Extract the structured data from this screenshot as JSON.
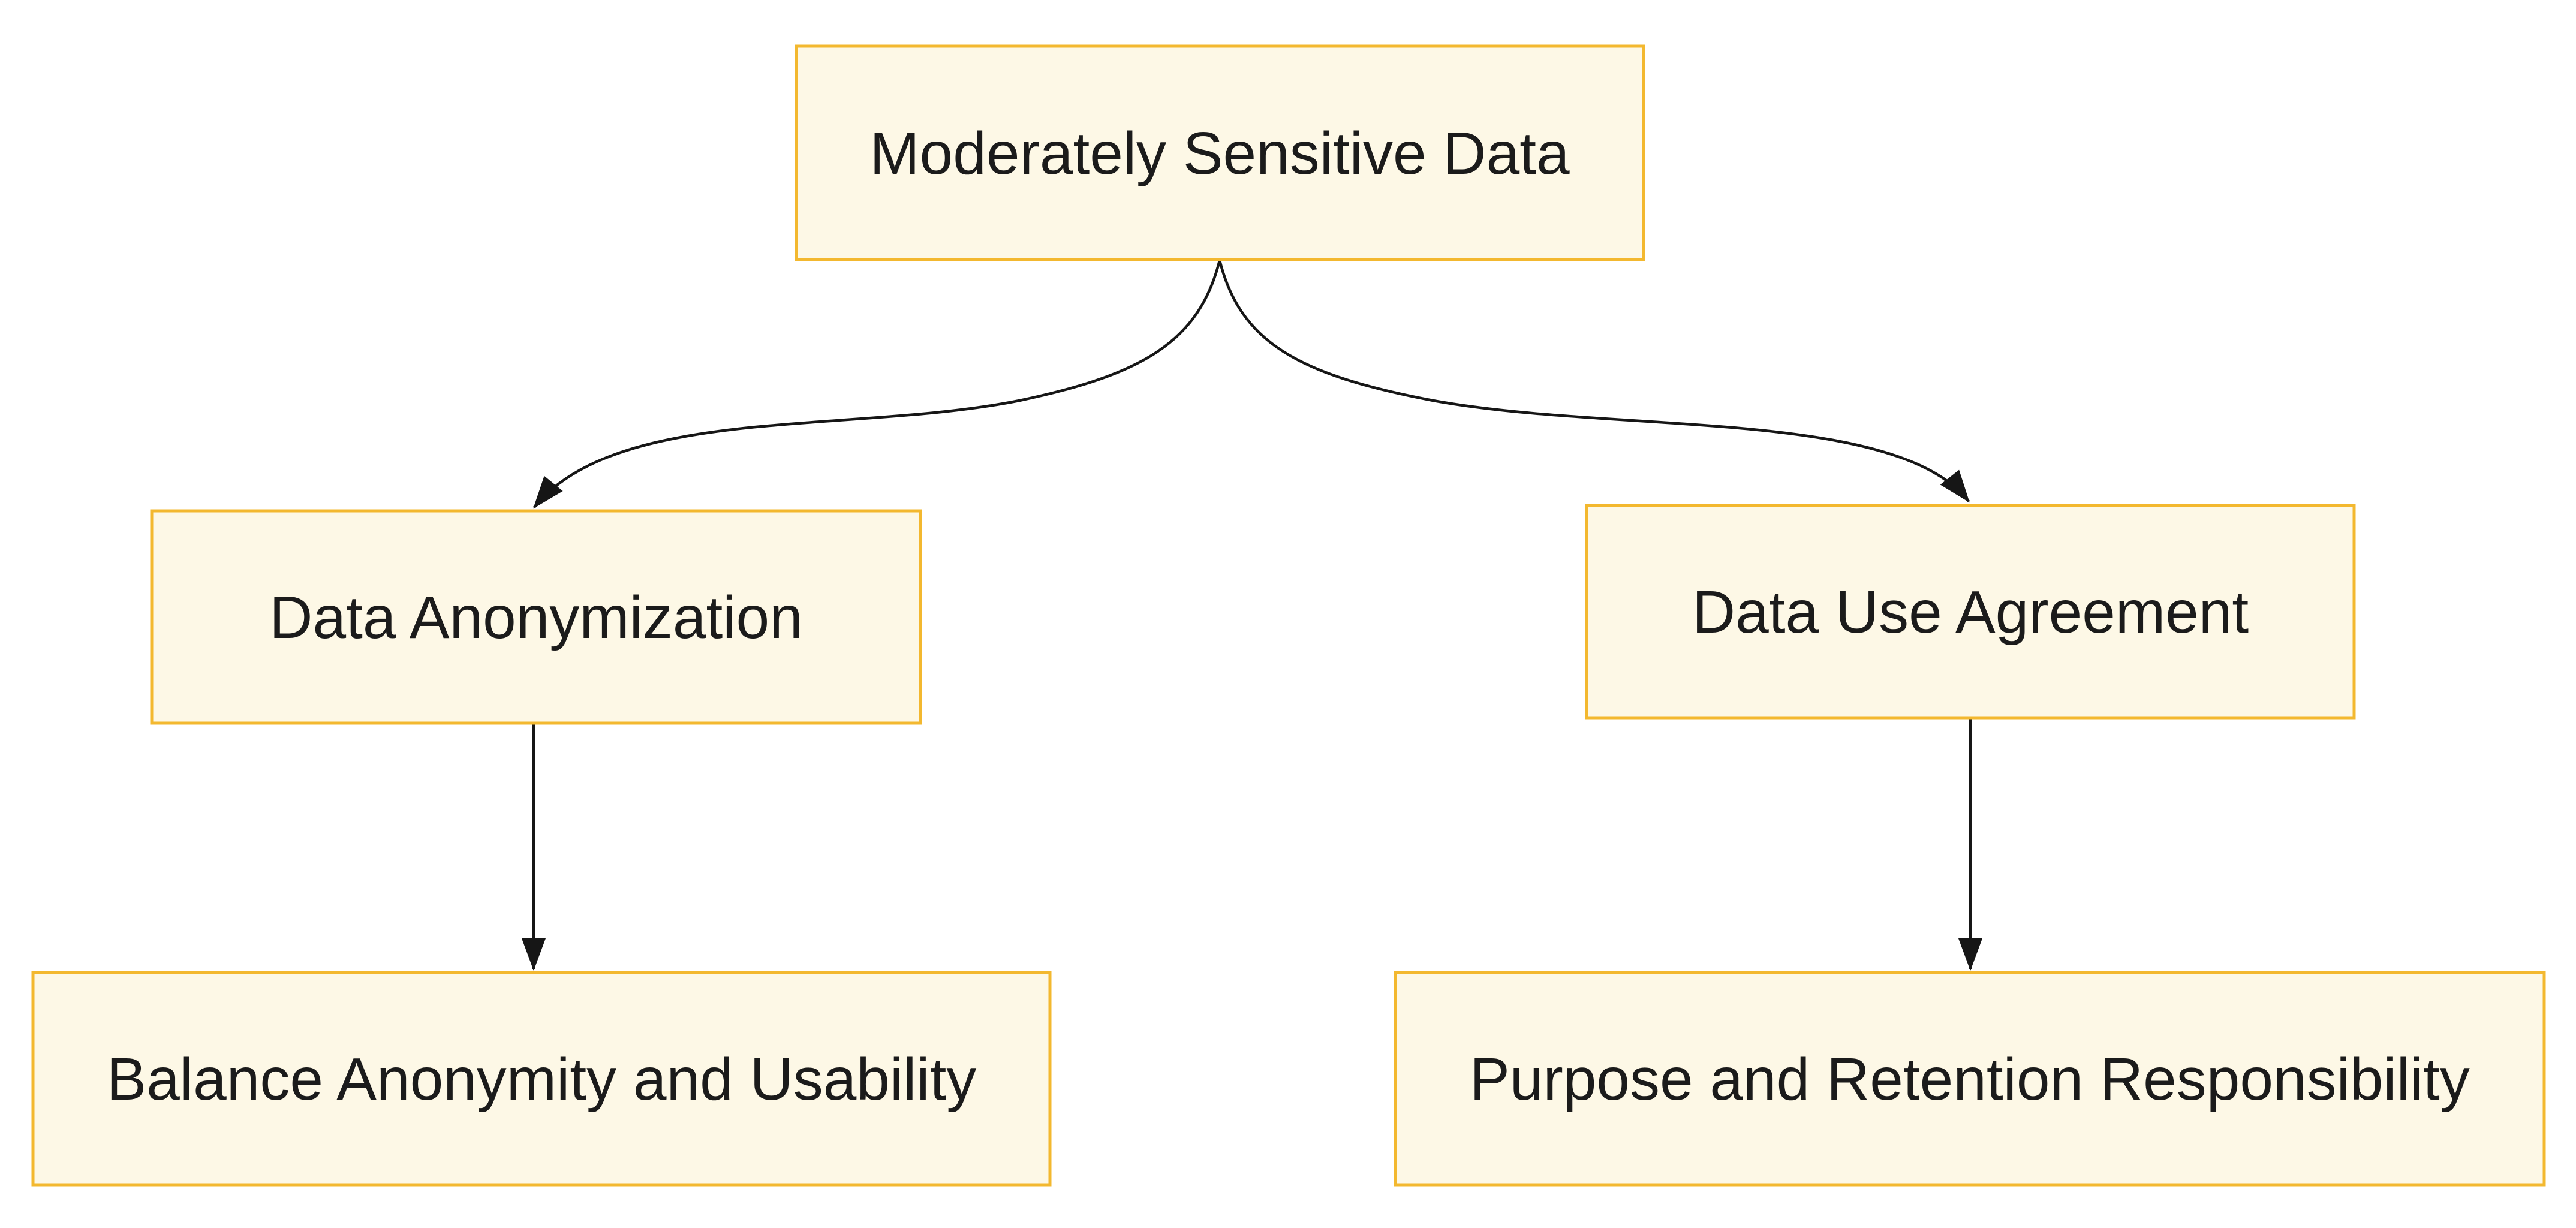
{
  "diagram": {
    "type": "flowchart",
    "orientation": "top-down",
    "background_color": "#ffffff",
    "node_fill_color": "#FDF8E6",
    "node_border_color": "#F3B82F",
    "edge_color": "#161616",
    "text_color": "#1b1b1b",
    "arrowhead_style": "filled-triangle",
    "nodes": [
      {
        "id": "root",
        "label": "Moderately Sensitive Data"
      },
      {
        "id": "anon",
        "label": "Data Anonymization"
      },
      {
        "id": "dua",
        "label": "Data Use Agreement"
      },
      {
        "id": "balance",
        "label": "Balance Anonymity and Usability"
      },
      {
        "id": "purpose",
        "label": "Purpose and Retention Responsibility"
      }
    ],
    "edges": [
      {
        "from": "Moderately Sensitive Data",
        "to": "Data Anonymization",
        "style": "curved"
      },
      {
        "from": "Moderately Sensitive Data",
        "to": "Data Use Agreement",
        "style": "curved"
      },
      {
        "from": "Data Anonymization",
        "to": "Balance Anonymity and Usability",
        "style": "straight"
      },
      {
        "from": "Data Use Agreement",
        "to": "Purpose and Retention Responsibility",
        "style": "straight"
      }
    ]
  }
}
